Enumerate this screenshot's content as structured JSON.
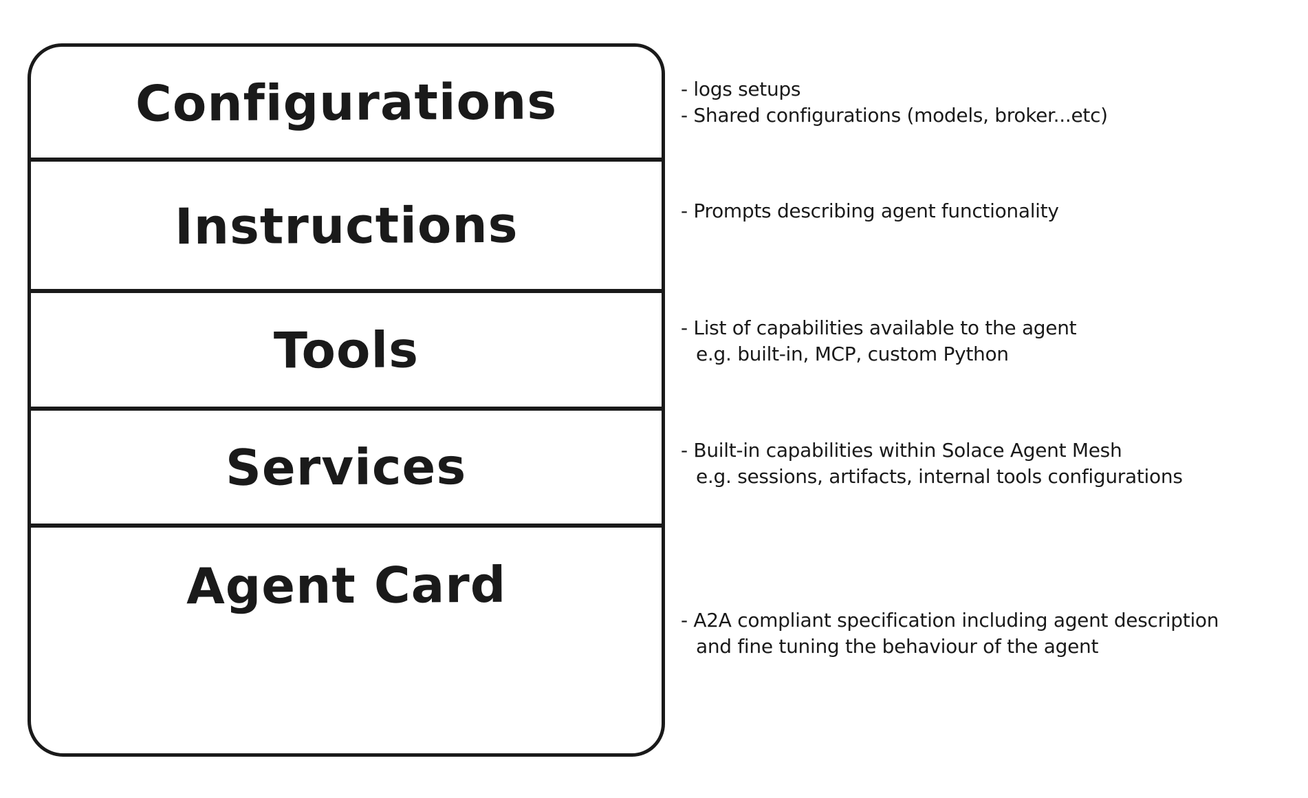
{
  "colors": {
    "ink": "#1a1a1a",
    "background": "#ffffff"
  },
  "box": {
    "sections": [
      {
        "label": "Configurations"
      },
      {
        "label": "Instructions"
      },
      {
        "label": "Tools"
      },
      {
        "label": "Services"
      },
      {
        "label": "Agent Card"
      }
    ]
  },
  "annotations": [
    {
      "lines": [
        "- logs setups",
        "- Shared configurations (models, broker...etc)"
      ]
    },
    {
      "lines": [
        "- Prompts describing agent functionality"
      ]
    },
    {
      "lines": [
        "- List of capabilities available to the agent",
        "e.g. built-in, MCP, custom Python"
      ]
    },
    {
      "lines": [
        "- Built-in capabilities within Solace Agent Mesh",
        "e.g. sessions, artifacts, internal tools configurations"
      ]
    },
    {
      "lines": [
        "- A2A compliant specification including agent description",
        "and fine tuning the behaviour of the agent"
      ]
    }
  ]
}
